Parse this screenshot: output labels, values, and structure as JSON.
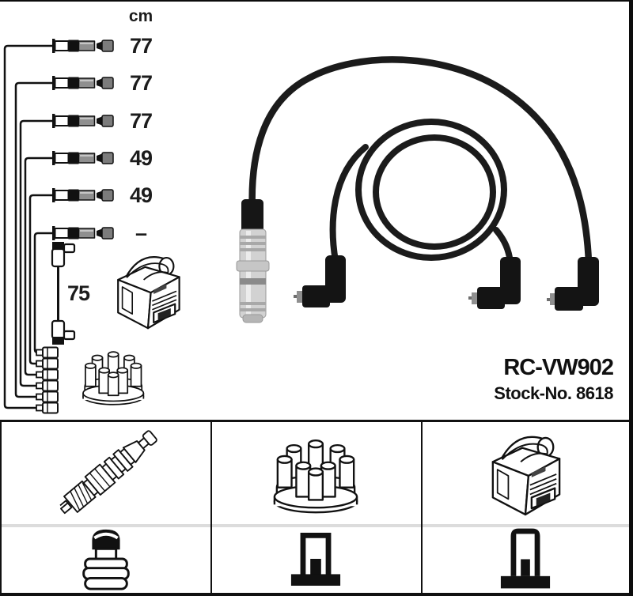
{
  "product": {
    "code": "RC-VW902",
    "stock_no_label": "Stock-No. 8618"
  },
  "schematic": {
    "unit_label": "cm",
    "cable_lengths": [
      "77",
      "77",
      "77",
      "49",
      "49",
      "–"
    ],
    "coil_wire_length": "75",
    "icons": [
      "ignition-coil",
      "distributor-cap",
      "distributor-terminals",
      "coil-lead"
    ]
  },
  "photo": {
    "icons": [
      "ignition-lead-set-photo",
      "metal-plug-connector",
      "angled-boot-connectors",
      "coiled-cable"
    ]
  },
  "legend": {
    "row1_icons": [
      "spark-plug",
      "distributor-cap",
      "ignition-coil"
    ],
    "row2_icons": [
      "plug-terminal-nut",
      "din-socket-connector",
      "coil-tower-connector"
    ]
  },
  "colors": {
    "line": "#111111",
    "cable": "#1b1b1b",
    "row_divider": "#dcdcdc",
    "border": "#0c0c0c",
    "metal": "#d2d2d2"
  }
}
